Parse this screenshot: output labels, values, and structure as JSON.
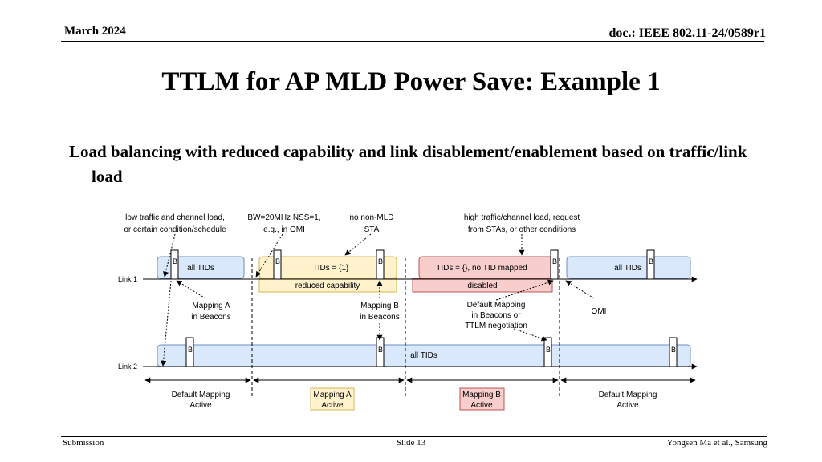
{
  "header": {
    "date": "March 2024",
    "doc": "doc.: IEEE 802.11-24/0589r1"
  },
  "title": "TTLM for AP MLD Power Save: Example 1",
  "bullet": "Load balancing with reduced capability and link disablement/enablement based on traffic/link load",
  "diagram": {
    "link1_label": "Link 1",
    "link2_label": "Link 2",
    "beacon_label": "B",
    "top_notes": {
      "low_traffic": [
        "low traffic and channel load,",
        "or certain condition/schedule"
      ],
      "bw": [
        "BW=20MHz NSS=1,",
        "e.g., in OMI"
      ],
      "no_mld": [
        "no non-MLD",
        "STA"
      ],
      "high_traffic": [
        "high traffic/channel load, request",
        "from STAs, or other conditions"
      ]
    },
    "link1_boxes": {
      "all_tids_1": "all TIDs",
      "tids_1": "TIDs = {1}",
      "reduced": "reduced capability",
      "tids_none": "TIDs = {}, no TID mapped",
      "disabled": "disabled",
      "all_tids_2": "all TIDs"
    },
    "link2_box": "all TIDs",
    "mid_notes": {
      "mapping_a": [
        "Mapping A",
        "in Beacons"
      ],
      "mapping_b": [
        "Mapping B",
        "in Beacons"
      ],
      "default_mapping": [
        "Default Mapping",
        "in Beacons or",
        "TTLM negotiation"
      ],
      "omi": "OMI"
    },
    "phases": {
      "p1": [
        "Default Mapping",
        "Active"
      ],
      "p2": [
        "Mapping A",
        "Active"
      ],
      "p3": [
        "Mapping B",
        "Active"
      ],
      "p4": [
        "Default Mapping",
        "Active"
      ]
    },
    "colors": {
      "blue_fill": "#dae8fc",
      "blue_stroke": "#6c8ebf",
      "yellow_fill": "#fff2cc",
      "yellow_stroke": "#d6b656",
      "red_fill": "#f8cecc",
      "red_stroke": "#b85450"
    }
  },
  "footer": {
    "left": "Submission",
    "center": "Slide 13",
    "right": "Yongsen Ma et al., Samsung"
  }
}
